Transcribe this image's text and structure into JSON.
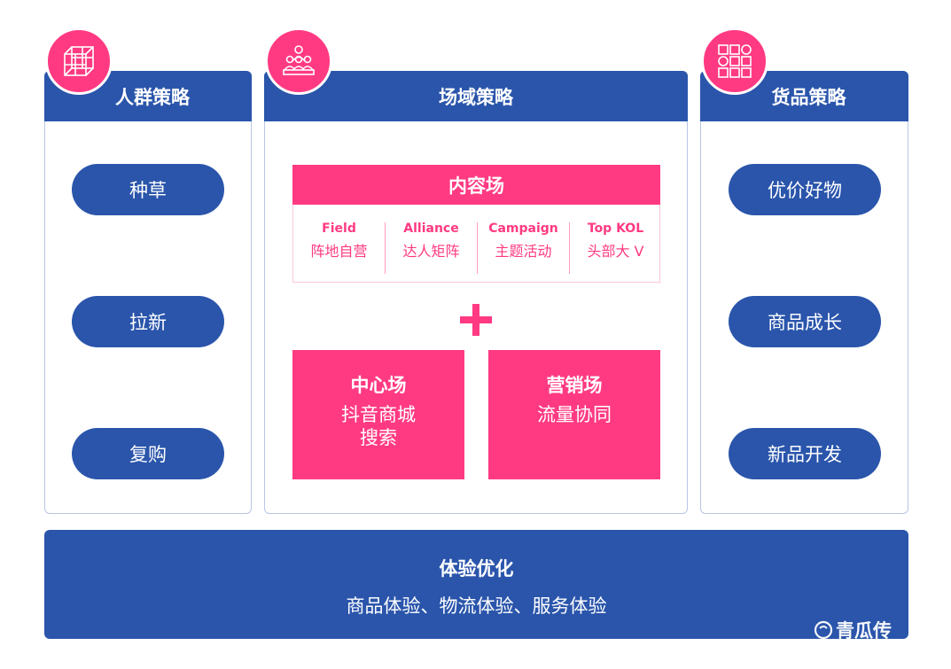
{
  "panels": {
    "left": {
      "title": "人群策略",
      "items": [
        "种草",
        "拉新",
        "复购"
      ]
    },
    "middle": {
      "title": "场域策略",
      "content_field": {
        "title": "内容场",
        "cells": [
          {
            "en": "Field",
            "zh": "阵地自营"
          },
          {
            "en": "Alliance",
            "zh": "达人矩阵"
          },
          {
            "en": "Campaign",
            "zh": "主题活动"
          },
          {
            "en": "Top KOL",
            "zh": "头部大 V"
          }
        ]
      },
      "plus": "+",
      "center_field": {
        "title": "中心场",
        "line1": "抖音商城",
        "line2": "搜索"
      },
      "marketing_field": {
        "title": "营销场",
        "line1": "流量协同"
      }
    },
    "right": {
      "title": "货品策略",
      "items": [
        "优价好物",
        "商品成长",
        "新品开发"
      ]
    }
  },
  "footer": {
    "title": "体验优化",
    "subtitle": "商品体验、物流体验、服务体验"
  },
  "watermark": "青瓜传",
  "icons": {
    "left": "cube-grid-icon",
    "middle": "audience-group-icon",
    "right": "product-grid-icon"
  },
  "colors": {
    "blue": "#2a55ab",
    "pink": "#ff3a82"
  }
}
